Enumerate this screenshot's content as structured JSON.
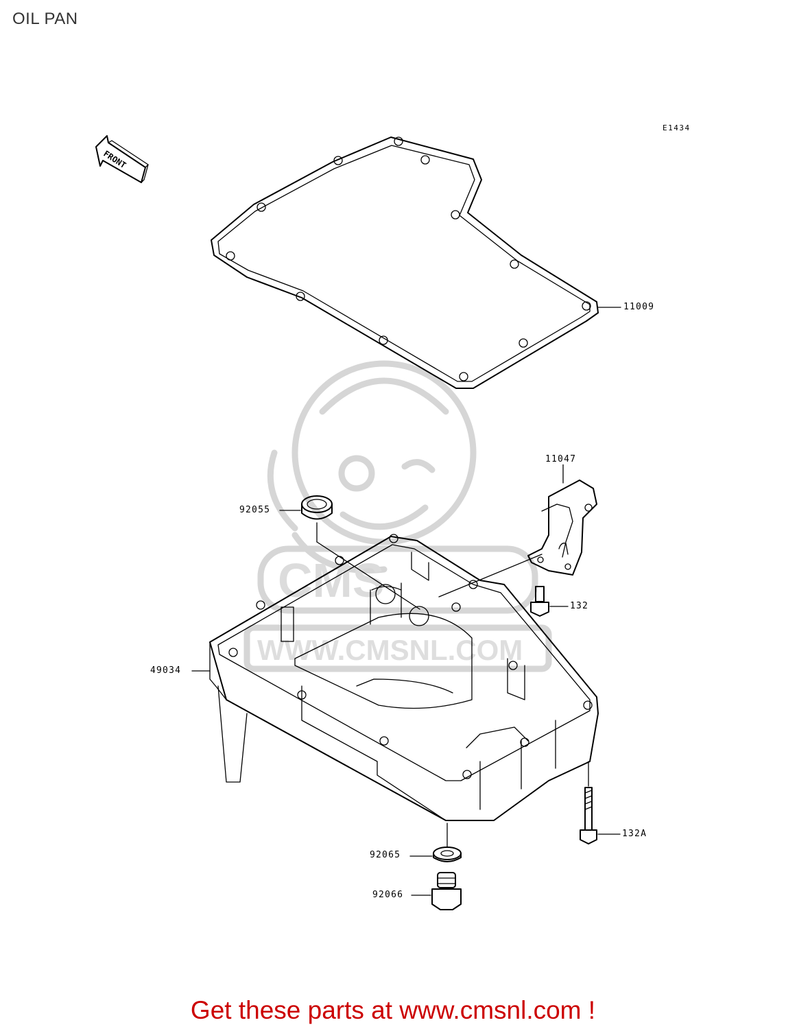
{
  "diagram": {
    "title": "OIL PAN",
    "reference_code": "E1434",
    "front_marker": "FRONT",
    "watermark_text": "WWW.CMSNL.COM",
    "parts": [
      {
        "id": "11009",
        "label": "11009"
      },
      {
        "id": "11047",
        "label": "11047"
      },
      {
        "id": "92055",
        "label": "92055"
      },
      {
        "id": "132",
        "label": "132"
      },
      {
        "id": "49034",
        "label": "49034"
      },
      {
        "id": "132A",
        "label": "132A"
      },
      {
        "id": "92065",
        "label": "92065"
      },
      {
        "id": "92066",
        "label": "92066"
      }
    ]
  },
  "footer": {
    "promo_text": "Get these parts at www.cmsnl.com !",
    "promo_color": "#cc0000"
  }
}
